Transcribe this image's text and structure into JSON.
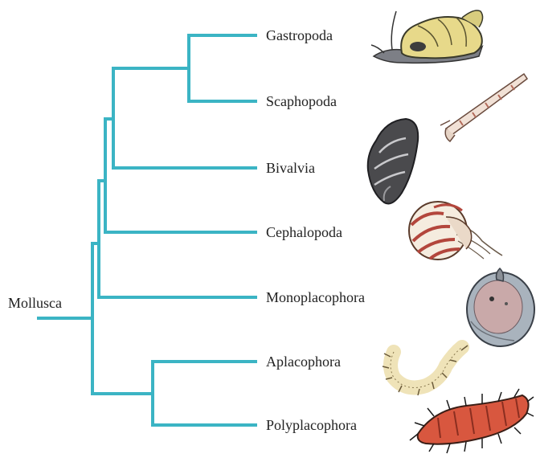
{
  "root_label": "Mollusca",
  "taxa": [
    {
      "name": "Gastropoda",
      "icon": "snail-icon"
    },
    {
      "name": "Scaphopoda",
      "icon": "tusk-shell-icon"
    },
    {
      "name": "Bivalvia",
      "icon": "mussel-icon"
    },
    {
      "name": "Cephalopoda",
      "icon": "nautilus-icon"
    },
    {
      "name": "Monoplacophora",
      "icon": "monoplacophoran-icon"
    },
    {
      "name": "Aplacophora",
      "icon": "aplacophoran-icon"
    },
    {
      "name": "Polyplacophora",
      "icon": "chiton-icon"
    }
  ],
  "colors": {
    "branch": "#3bb4c4",
    "text": "#222222"
  }
}
